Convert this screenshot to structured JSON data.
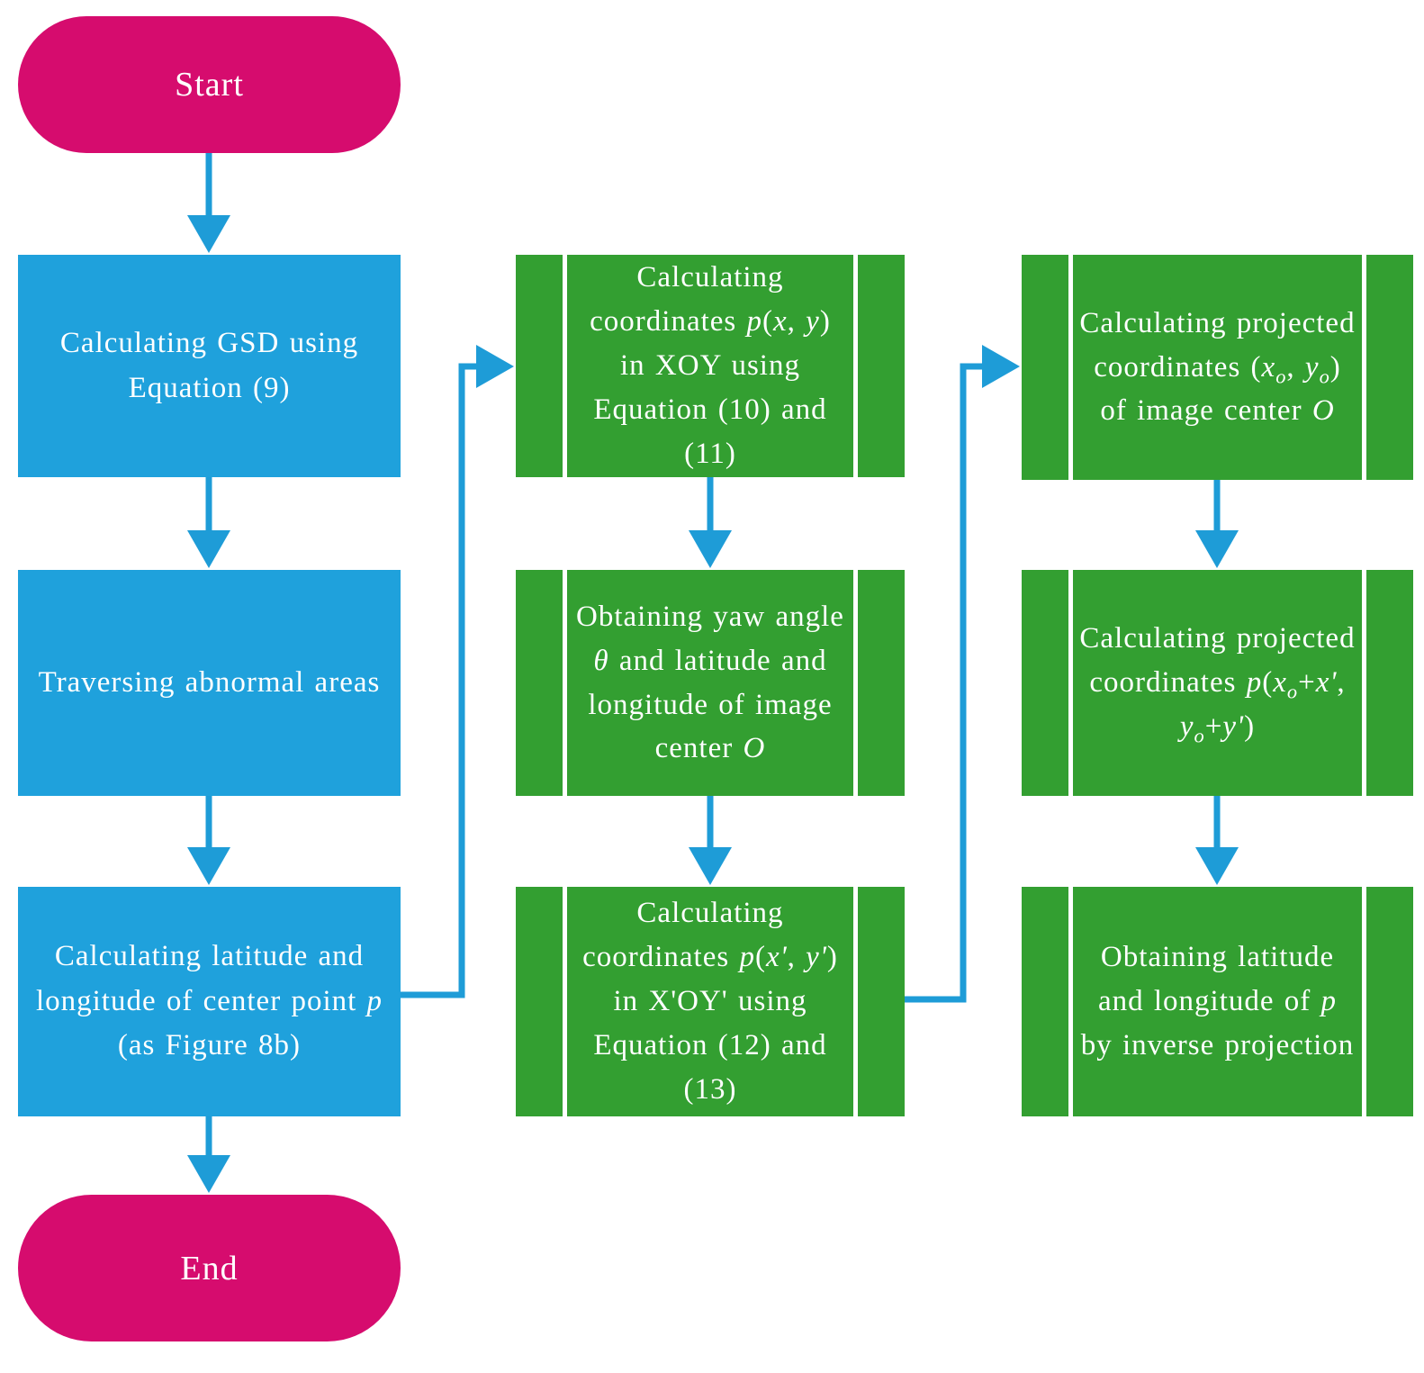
{
  "diagram_type": "flowchart",
  "colors": {
    "terminal_fill": "#D60C6E",
    "process_fill": "#1FA1DC",
    "subroutine_fill": "#339F31",
    "arrow": "#1E9CD7",
    "text": "#FFFFFF",
    "background": "#FFFFFF"
  },
  "nodes": {
    "start": {
      "id": "start",
      "shape": "terminal",
      "label": "Start"
    },
    "end": {
      "id": "end",
      "shape": "terminal",
      "label": "End"
    },
    "left_column": [
      {
        "id": "calculating-gsd",
        "shape": "process",
        "label": "Calculating GSD using Equation (9)"
      },
      {
        "id": "traversing-abnormal-areas",
        "shape": "process",
        "label": "Traversing abnormal areas"
      },
      {
        "id": "calculating-lat-long-center-point",
        "shape": "process",
        "label": "Calculating latitude and longitude of center point *p*\n(as Figure 8b)"
      }
    ],
    "middle_column": [
      {
        "id": "calculating-coordinates-xoy",
        "shape": "subroutine",
        "label": "Calculating coordinates *p*(*x*, *y*) in XOY using Equation (10) and (11)"
      },
      {
        "id": "obtaining-yaw-angle",
        "shape": "subroutine",
        "label": "Obtaining yaw angle *θ* and latitude and longitude of image center *O*"
      },
      {
        "id": "calculating-coordinates-x-prime-oy-prime",
        "shape": "subroutine",
        "label": "Calculating coordinates *p*(*x'*, *y'*) in X'OY' using Equation (12) and (13)"
      }
    ],
    "right_column": [
      {
        "id": "calculating-projected-center-coordinates",
        "shape": "subroutine",
        "label": "Calculating projected coordinates (*x~o~*, *y~o~*) of image center *O*"
      },
      {
        "id": "calculating-projected-p-coordinates",
        "shape": "subroutine",
        "label": "Calculating projected coordinates *p*(*x~o~*+*x'*, *y~o~*+*y'*)"
      },
      {
        "id": "obtaining-lat-long-inverse-projection",
        "shape": "subroutine",
        "label": "Obtaining latitude and longitude of *p* by inverse projection"
      }
    ]
  },
  "edges": [
    {
      "from": "start",
      "to": "calculating-gsd"
    },
    {
      "from": "calculating-gsd",
      "to": "traversing-abnormal-areas"
    },
    {
      "from": "traversing-abnormal-areas",
      "to": "calculating-lat-long-center-point"
    },
    {
      "from": "calculating-lat-long-center-point",
      "to": "end"
    },
    {
      "from": "calculating-lat-long-center-point",
      "to": "calculating-coordinates-xoy"
    },
    {
      "from": "calculating-coordinates-xoy",
      "to": "obtaining-yaw-angle"
    },
    {
      "from": "obtaining-yaw-angle",
      "to": "calculating-coordinates-x-prime-oy-prime"
    },
    {
      "from": "calculating-coordinates-x-prime-oy-prime",
      "to": "calculating-projected-center-coordinates"
    },
    {
      "from": "calculating-projected-center-coordinates",
      "to": "calculating-projected-p-coordinates"
    },
    {
      "from": "calculating-projected-p-coordinates",
      "to": "obtaining-lat-long-inverse-projection"
    }
  ]
}
